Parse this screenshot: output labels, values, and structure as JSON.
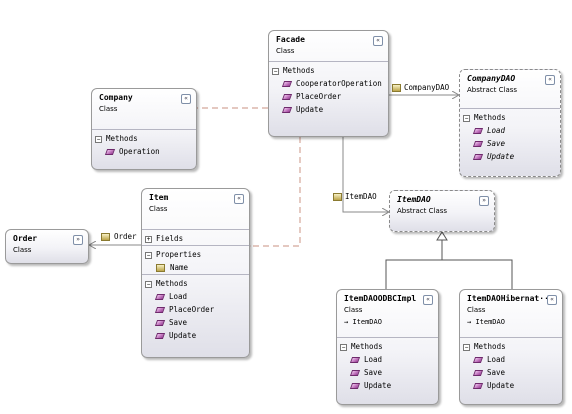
{
  "classes": {
    "facade": {
      "name": "Facade",
      "kind": "Class",
      "collapse": "«",
      "sections": [
        {
          "title": "Methods",
          "toggle": "−",
          "members": [
            "CooperatorOperation",
            "PlaceOrder",
            "Update"
          ]
        }
      ]
    },
    "company": {
      "name": "Company",
      "kind": "Class",
      "collapse": "«",
      "sections": [
        {
          "title": "Methods",
          "toggle": "−",
          "members": [
            "Operation"
          ]
        }
      ]
    },
    "company_dao": {
      "name": "CompanyDAO",
      "kind": "Abstract Class",
      "collapse": "«",
      "sections": [
        {
          "title": "Methods",
          "toggle": "−",
          "members": [
            "Load",
            "Save",
            "Update"
          ]
        }
      ]
    },
    "item": {
      "name": "Item",
      "kind": "Class",
      "collapse": "«",
      "sections": [
        {
          "title": "Fields",
          "toggle": "+",
          "members": []
        },
        {
          "title": "Properties",
          "toggle": "−",
          "members": [
            "Name"
          ]
        },
        {
          "title": "Methods",
          "toggle": "−",
          "members": [
            "Load",
            "PlaceOrder",
            "Save",
            "Update"
          ]
        }
      ]
    },
    "order": {
      "name": "Order",
      "kind": "Class",
      "collapse": "»"
    },
    "item_dao": {
      "name": "ItemDAO",
      "kind": "Abstract Class",
      "collapse": "»"
    },
    "item_dao_odbc": {
      "name": "ItemDAOODBCImpl",
      "kind": "Class",
      "base": "ItemDAO",
      "collapse": "«",
      "sections": [
        {
          "title": "Methods",
          "toggle": "−",
          "members": [
            "Load",
            "Save",
            "Update"
          ]
        }
      ]
    },
    "item_dao_hibernate": {
      "name": "ItemDAOHibernat···",
      "kind": "Class",
      "base": "ItemDAO",
      "collapse": "«",
      "sections": [
        {
          "title": "Methods",
          "toggle": "−",
          "members": [
            "Load",
            "Save",
            "Update"
          ]
        }
      ]
    }
  },
  "associations": {
    "company_dao": "CompanyDAO",
    "item_dao": "ItemDAO",
    "order": "Order"
  },
  "base_glyph": "→",
  "colors": {
    "dependency": "#d4a79a",
    "association": "#8a8a8a",
    "inheritance": "#555555",
    "method_icon": "#9a3a96",
    "property_icon": "#bca54a"
  }
}
